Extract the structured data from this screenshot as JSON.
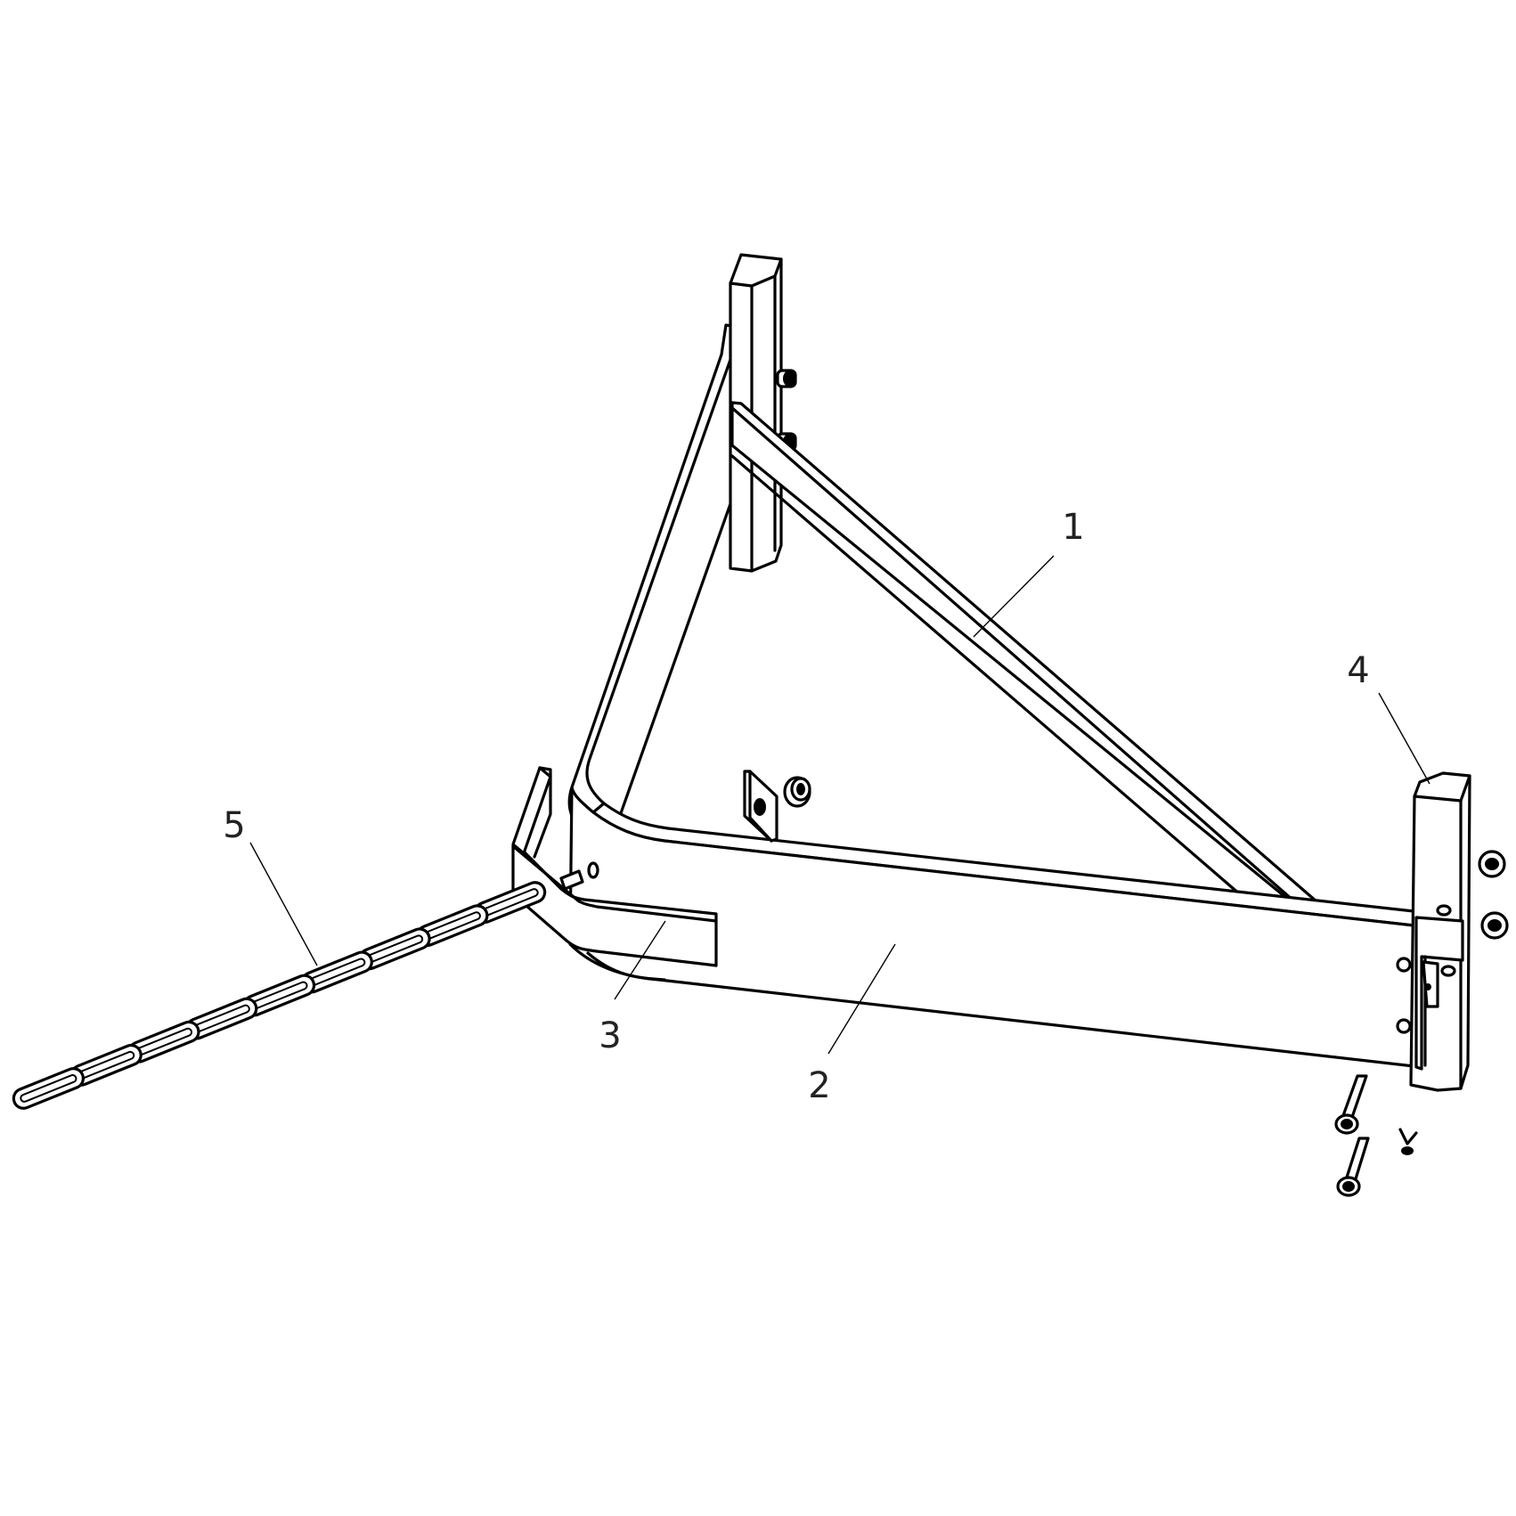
{
  "diagram": {
    "callouts": [
      {
        "id": "1",
        "label": "1"
      },
      {
        "id": "2",
        "label": "2"
      },
      {
        "id": "3",
        "label": "3"
      },
      {
        "id": "4",
        "label": "4"
      },
      {
        "id": "5",
        "label": "5"
      }
    ]
  },
  "colors": {
    "line": "#000000",
    "background": "#ffffff",
    "label": "#222222"
  }
}
